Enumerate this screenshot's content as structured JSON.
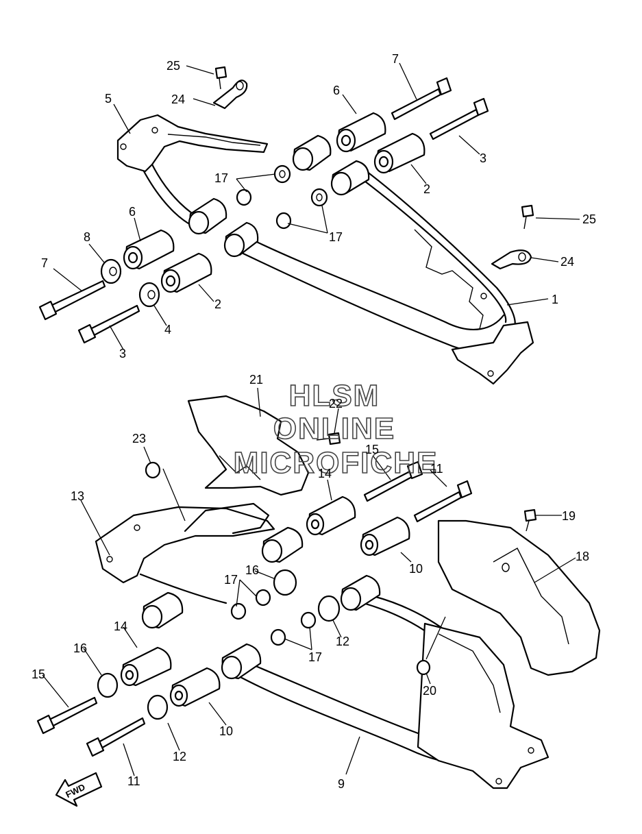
{
  "watermark": {
    "line1": "HLSM",
    "line2": "ONLINE",
    "line3": "MICROFICHE"
  },
  "fwd_label": "FWD",
  "callouts": {
    "c25a": "25",
    "c24a": "24",
    "c5": "5",
    "c6a": "6",
    "c7a": "7",
    "c3a": "3",
    "c2a": "2",
    "c17a": "17",
    "c17b": "17",
    "c25b": "25",
    "c24b": "24",
    "c1": "1",
    "c6b": "6",
    "c8": "8",
    "c7b": "7",
    "c2b": "2",
    "c4": "4",
    "c3b": "3",
    "c21": "21",
    "c22": "22",
    "c23": "23",
    "c15a": "15",
    "c11a": "11",
    "c14a": "14",
    "c13": "13",
    "c19": "19",
    "c18": "18",
    "c16a": "16",
    "c10a": "10",
    "c17c": "17",
    "c14b": "14",
    "c12a": "12",
    "c17d": "17",
    "c16b": "16",
    "c15b": "15",
    "c20": "20",
    "c10b": "10",
    "c12b": "12",
    "c11b": "11",
    "c9": "9"
  }
}
